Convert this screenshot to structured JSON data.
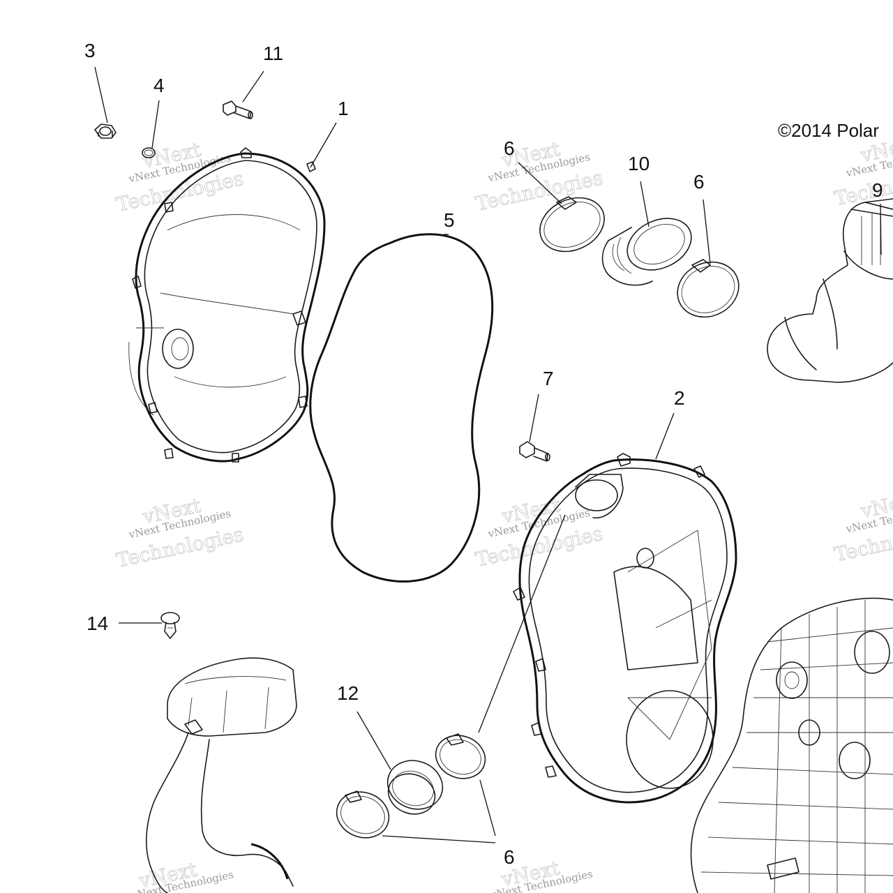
{
  "copyright": "©2014 Polar",
  "watermark": {
    "small": "vNext Technologies",
    "big_1": "vNext",
    "big_2": "Technologies"
  },
  "callouts": {
    "c1": "1",
    "c2": "2",
    "c3": "3",
    "c4": "4",
    "c5": "5",
    "c6a": "6",
    "c6b": "6",
    "c6c": "6",
    "c7": "7",
    "c9": "9",
    "c10": "10",
    "c11": "11",
    "c12": "12",
    "c14": "14"
  }
}
